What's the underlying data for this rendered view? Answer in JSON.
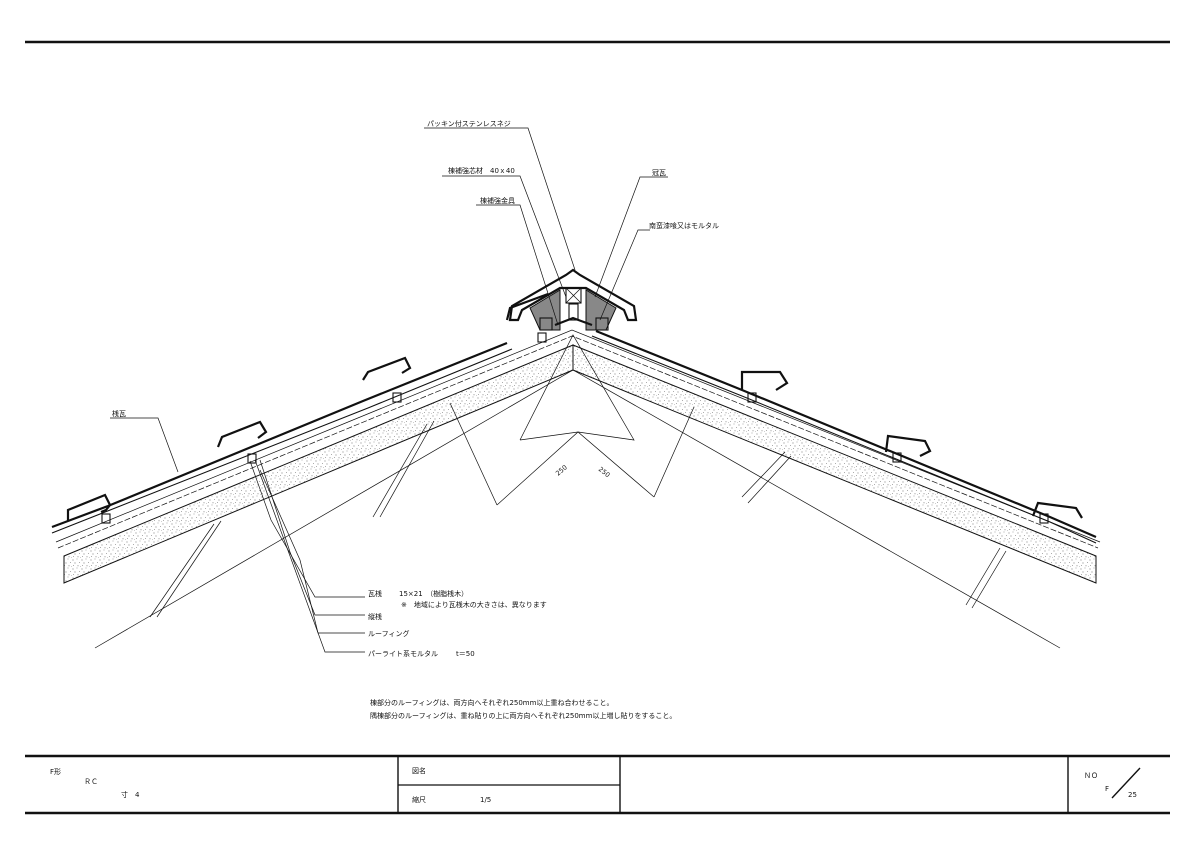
{
  "drawing": {
    "callouts": {
      "packing_screw": "パッキン付ステンレスネジ",
      "ridge_core": "棟補強芯材　40ｘ40",
      "ridge_bracket": "棟補強金具",
      "kanmuri": "冠瓦",
      "nankan": "南蛮漆喰又はモルタル",
      "sangawara": "桟瓦"
    },
    "spec_lines": [
      {
        "name": "瓦桟",
        "value": "15×21　（樹脂桟木）"
      },
      {
        "name": "",
        "value": "※　地域により瓦桟木の大きさは、異なります"
      },
      {
        "name": "縦桟",
        "value": ""
      },
      {
        "name": "ルーフィング",
        "value": ""
      },
      {
        "name": "パーライト系モルタル",
        "value": "t＝50"
      }
    ],
    "dimensions": {
      "left": "250",
      "right": "250"
    },
    "notes": [
      "棟部分のルーフィングは、両方向へそれぞれ250mm以上重ね合わせること。",
      "隅棟部分のルーフィングは、重ね貼りの上に両方向へそれぞれ250mm以上増し貼りをすること。"
    ]
  },
  "title_block": {
    "type_label": "F形",
    "structure": "ＲＣ",
    "slope": "寸　4",
    "drawing_name_label": "図名",
    "scale_label": "縮尺",
    "scale_value": "1/5",
    "no_label": "ＮＯ",
    "sheet_prefix": "F",
    "sheet_number": "25"
  }
}
